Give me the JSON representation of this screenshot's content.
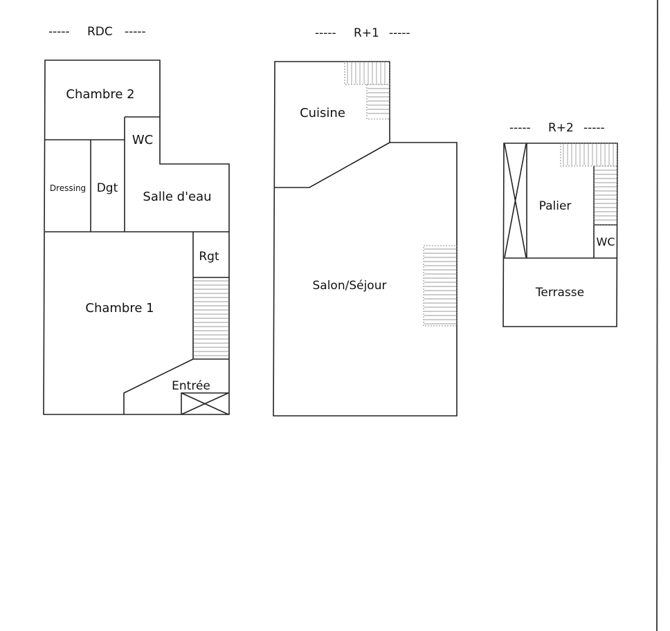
{
  "levels": {
    "rdc": {
      "title": "RDC",
      "rooms": {
        "chambre2": "Chambre 2",
        "wc": "WC",
        "dressing": "Dressing",
        "dgt": "Dgt",
        "salle_eau": "Salle d'eau",
        "rgt": "Rgt",
        "chambre1": "Chambre 1",
        "entree": "Entrée"
      }
    },
    "r1": {
      "title": "R+1",
      "rooms": {
        "cuisine": "Cuisine",
        "salon": "Salon/Séjour"
      }
    },
    "r2": {
      "title": "R+2",
      "rooms": {
        "palier": "Palier",
        "wc": "WC",
        "terrasse": "Terrasse"
      }
    }
  },
  "title_dashes": "-----"
}
